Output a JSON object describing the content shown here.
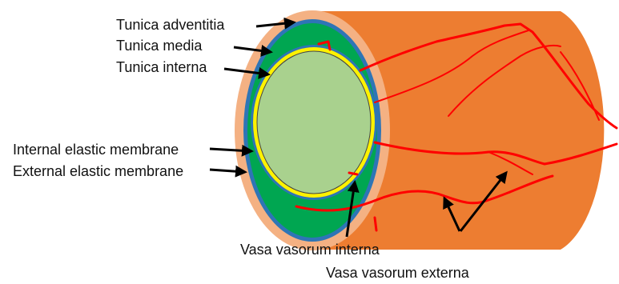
{
  "labels": {
    "tunica_adventitia": "Tunica adventitia",
    "tunica_media": "Tunica media",
    "tunica_interna": "Tunica interna",
    "internal_elastic_membrane": "Internal elastic membrane",
    "external_elastic_membrane": "External elastic membrane",
    "vasa_vasorum_interna": "Vasa vasorum interna",
    "vasa_vasorum_externa": "Vasa vasorum externa"
  },
  "colors": {
    "vessel_body": "#ED7D31",
    "adventitia": "#F4B183",
    "elastic_membrane": "#2E75B6",
    "media": "#00A651",
    "interna": "#FFF200",
    "lumen": "#A9D18E",
    "vasa_vasorum": "#FF0000",
    "arrow": "#000000"
  }
}
